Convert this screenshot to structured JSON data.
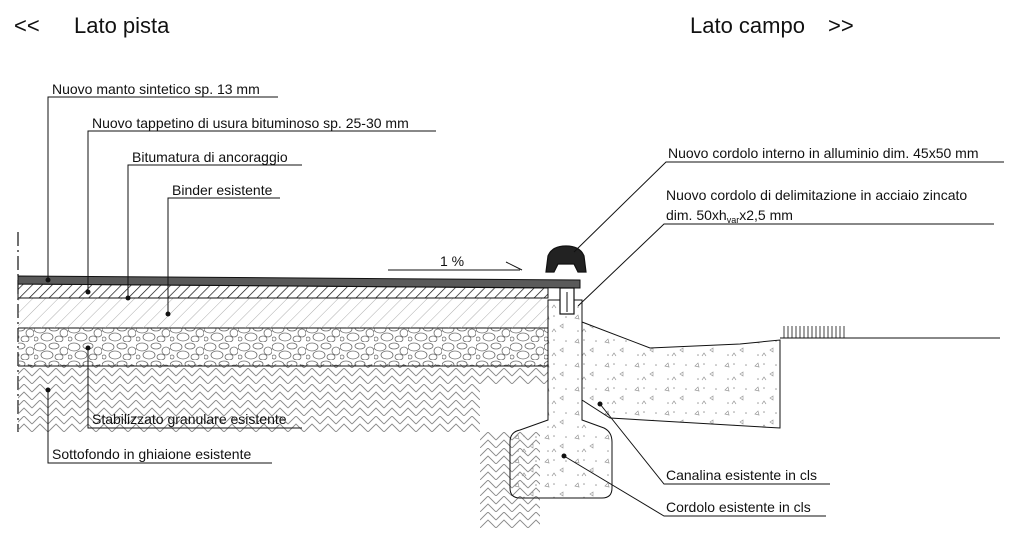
{
  "headers": {
    "left_arrow": "<<",
    "left_title": "Lato pista",
    "right_title": "Lato campo",
    "right_arrow": ">>"
  },
  "labels": {
    "manto": "Nuovo manto sintetico sp. 13 mm",
    "tappetino": "Nuovo tappetino di usura bituminoso sp. 25-30 mm",
    "bitumatura": "Bitumatura di ancoraggio",
    "binder": "Binder esistente",
    "cordolo_alluminio": "Nuovo cordolo interno in alluminio dim. 45x50 mm",
    "cordolo_acciaio_line1": "Nuovo cordolo di delimitazione in acciaio zincato",
    "cordolo_acciaio_line2_a": "dim. 50xh",
    "cordolo_acciaio_line2_sub": "var",
    "cordolo_acciaio_line2_b": "x2,5 mm",
    "stabilizzato": "Stabilizzato granulare esistente",
    "sottofondo": "Sottofondo in ghiaione esistente",
    "canalina": "Canalina esistente in cls",
    "cordolo_cls": "Cordolo esistente in cls"
  },
  "slope": "1 %",
  "colors": {
    "ink": "#111111",
    "hatch": "#8a8a8a",
    "gravel": "#6e6e6e",
    "background": "#ffffff"
  }
}
